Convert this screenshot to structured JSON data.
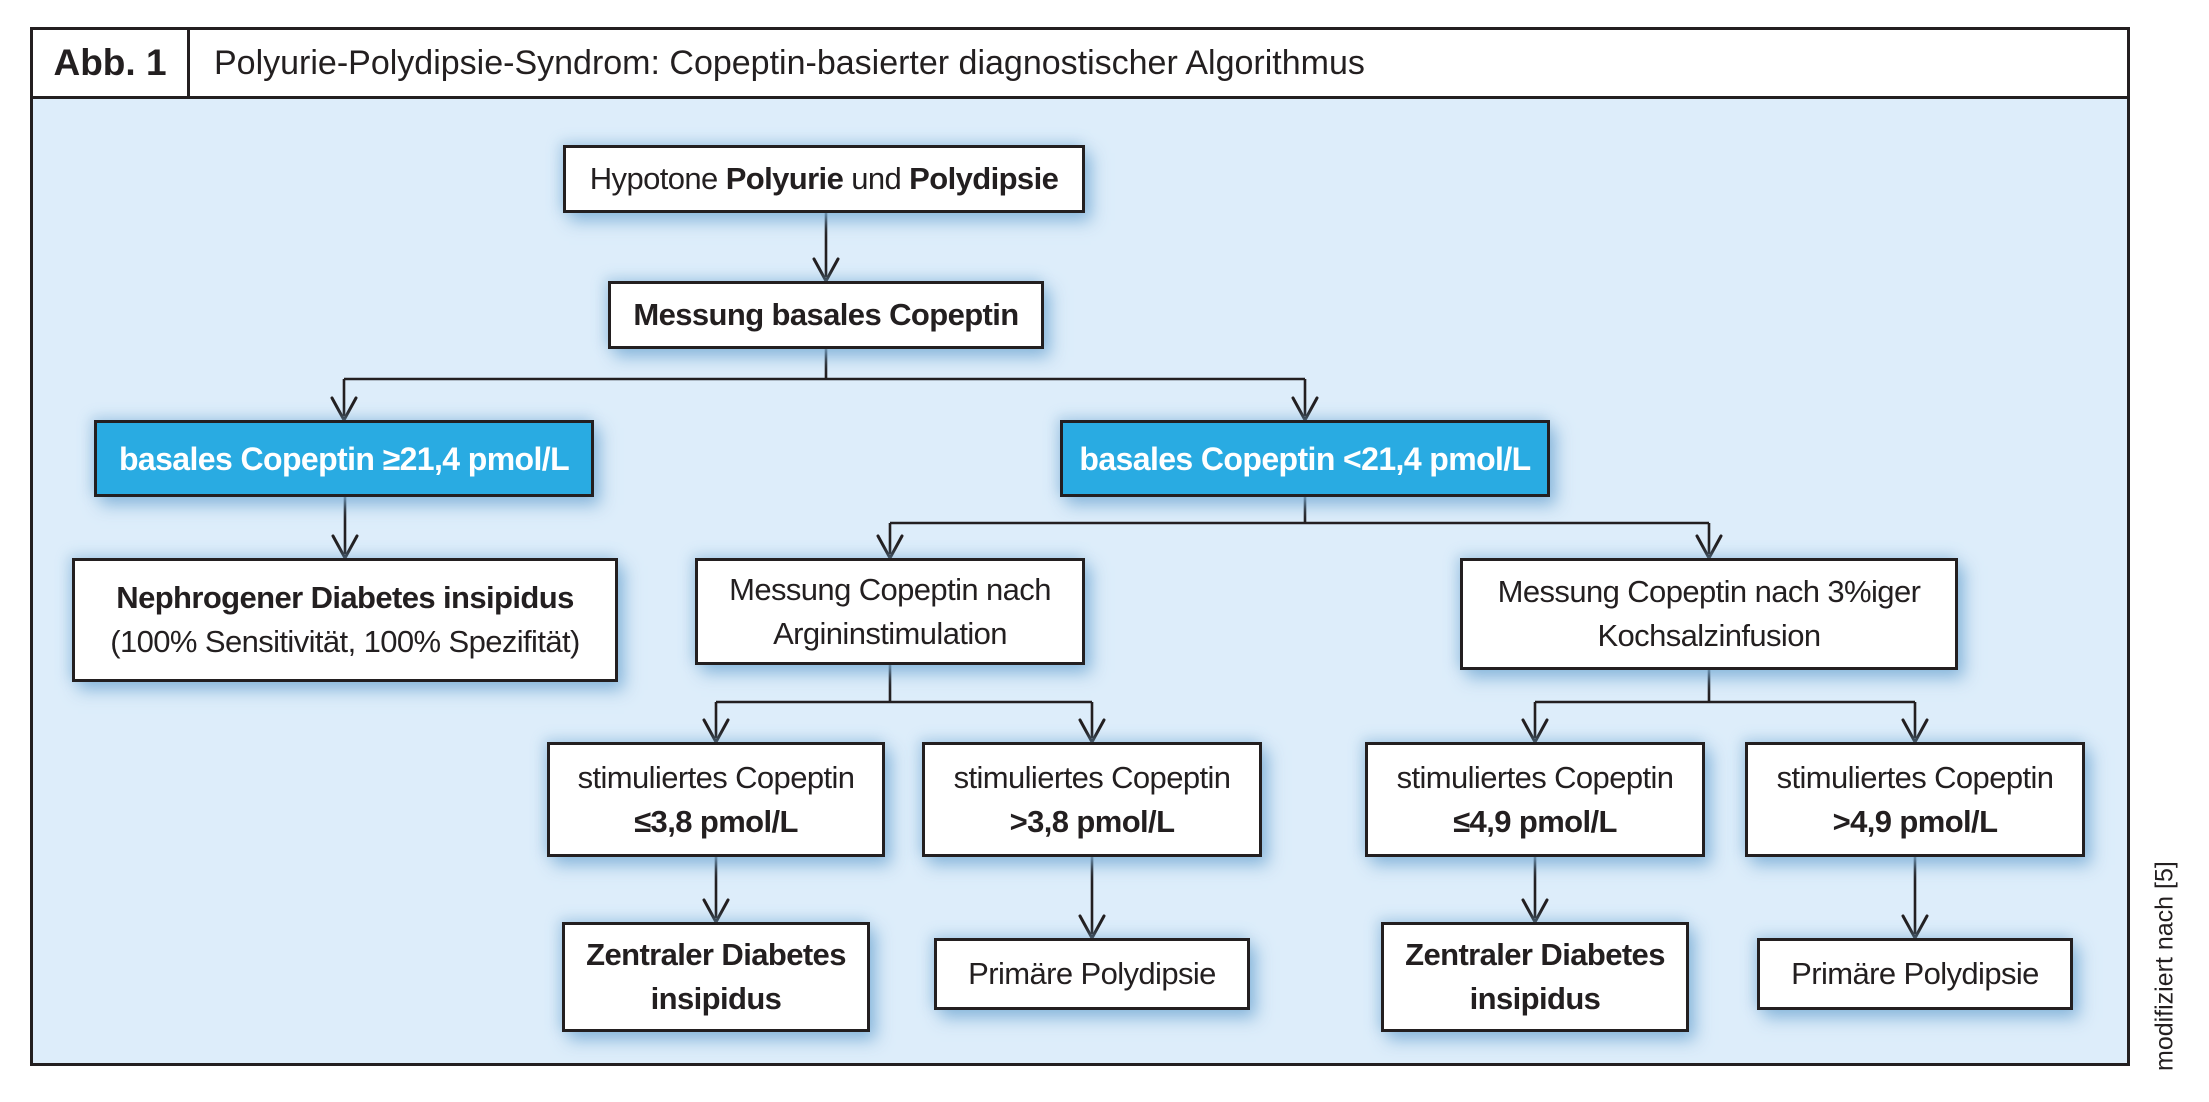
{
  "figure": {
    "label": "Abb. 1",
    "title": "Polyurie-Polydipsie-Syndrom: Copeptin-basierter diagnostischer Algorithmus",
    "source_note": "modifiziert nach [5]"
  },
  "colors": {
    "panel_bg": "#ddedfa",
    "node_bg": "#ffffff",
    "highlight_bg": "#29abe2",
    "highlight_text": "#ffffff",
    "border": "#231f20",
    "connector": "#231f20"
  },
  "nodes": [
    {
      "id": "start",
      "style": "white",
      "lines": [
        [
          {
            "t": "Hypotone ",
            "b": false
          },
          {
            "t": "Polyurie",
            "b": true
          },
          {
            "t": " und ",
            "b": false
          },
          {
            "t": "Polydipsie",
            "b": true
          }
        ]
      ]
    },
    {
      "id": "basal",
      "style": "white",
      "lines": [
        [
          {
            "t": "Messung basales Copeptin",
            "b": true
          }
        ]
      ]
    },
    {
      "id": "high",
      "style": "blue",
      "lines": [
        [
          {
            "t": "basales Copeptin ≥21,4 pmol/L",
            "b": true
          }
        ]
      ]
    },
    {
      "id": "low",
      "style": "blue",
      "lines": [
        [
          {
            "t": "basales Copeptin <21,4 pmol/L",
            "b": true
          }
        ]
      ]
    },
    {
      "id": "nephro",
      "style": "white",
      "lines": [
        [
          {
            "t": "Nephrogener Diabetes insipidus",
            "b": true
          }
        ],
        [
          {
            "t": "(100% Sensitivität, 100% Spezifität)",
            "b": false
          }
        ]
      ]
    },
    {
      "id": "arginin",
      "style": "white",
      "lines": [
        [
          {
            "t": "Messung Copeptin nach",
            "b": false
          }
        ],
        [
          {
            "t": "Argininstimulation",
            "b": false
          }
        ]
      ]
    },
    {
      "id": "saline",
      "style": "white",
      "lines": [
        [
          {
            "t": "Messung Copeptin nach 3%iger",
            "b": false
          }
        ],
        [
          {
            "t": "Kochsalzinfusion",
            "b": false
          }
        ]
      ]
    },
    {
      "id": "stim_le38",
      "style": "white",
      "lines": [
        [
          {
            "t": "stimuliertes Copeptin",
            "b": false
          }
        ],
        [
          {
            "t": "≤3,8 pmol/L",
            "b": true
          }
        ]
      ]
    },
    {
      "id": "stim_gt38",
      "style": "white",
      "lines": [
        [
          {
            "t": "stimuliertes Copeptin",
            "b": false
          }
        ],
        [
          {
            "t": ">3,8 pmol/L",
            "b": true
          }
        ]
      ]
    },
    {
      "id": "stim_le49",
      "style": "white",
      "lines": [
        [
          {
            "t": "stimuliertes Copeptin",
            "b": false
          }
        ],
        [
          {
            "t": "≤4,9 pmol/L",
            "b": true
          }
        ]
      ]
    },
    {
      "id": "stim_gt49",
      "style": "white",
      "lines": [
        [
          {
            "t": "stimuliertes Copeptin",
            "b": false
          }
        ],
        [
          {
            "t": ">4,9 pmol/L",
            "b": true
          }
        ]
      ]
    },
    {
      "id": "zdi_left",
      "style": "white",
      "lines": [
        [
          {
            "t": "Zentraler Diabetes",
            "b": true
          }
        ],
        [
          {
            "t": "insipidus",
            "b": true
          }
        ]
      ]
    },
    {
      "id": "pp_left",
      "style": "white",
      "lines": [
        [
          {
            "t": "Primäre Polydipsie",
            "b": false
          }
        ]
      ]
    },
    {
      "id": "zdi_right",
      "style": "white",
      "lines": [
        [
          {
            "t": "Zentraler Diabetes",
            "b": true
          }
        ],
        [
          {
            "t": "insipidus",
            "b": true
          }
        ]
      ]
    },
    {
      "id": "pp_right",
      "style": "white",
      "lines": [
        [
          {
            "t": "Primäre Polydipsie",
            "b": false
          }
        ]
      ]
    }
  ]
}
